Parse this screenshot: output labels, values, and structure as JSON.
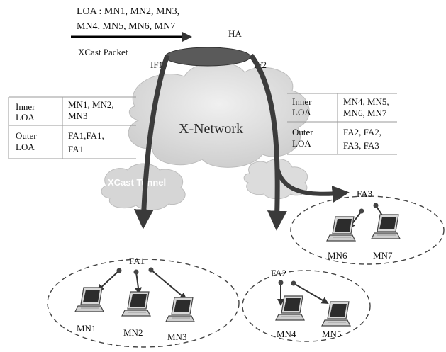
{
  "top": {
    "loa_line1": "LOA : MN1, MN2, MN3,",
    "loa_line2": "MN4, MN5, MN6, MN7",
    "xcast_packet": "XCast Packet",
    "ha": "HA",
    "if1": "IF1",
    "if2": "IF2"
  },
  "network": {
    "label": "X-Network",
    "tunnel": "XCast Tunnel"
  },
  "left_table": {
    "inner_label_1": "Inner",
    "inner_label_2": "LOA",
    "inner_value_1": "MN1, MN2,",
    "inner_value_2": "MN3",
    "outer_label_1": "Outer",
    "outer_label_2": "LOA",
    "outer_value_1": "FA1,FA1,",
    "outer_value_2": "FA1"
  },
  "right_table": {
    "inner_label_1": "Inner",
    "inner_label_2": "LOA",
    "inner_value_1": "MN4, MN5,",
    "inner_value_2": "MN6, MN7",
    "outer_label_1": "Outer",
    "outer_label_2": "LOA",
    "outer_value_1": "FA2, FA2,",
    "outer_value_2": "FA3, FA3"
  },
  "agents": {
    "fa1": "FA1",
    "fa2": "FA2",
    "fa3": "FA3"
  },
  "nodes": {
    "mn1": "MN1",
    "mn2": "MN2",
    "mn3": "MN3",
    "mn4": "MN4",
    "mn5": "MN5",
    "mn6": "MN6",
    "mn7": "MN7"
  },
  "colors": {
    "arrow": "#3c3c3c",
    "cloud": "#e4e4e4",
    "ha_fill": "#5a5a5a"
  }
}
